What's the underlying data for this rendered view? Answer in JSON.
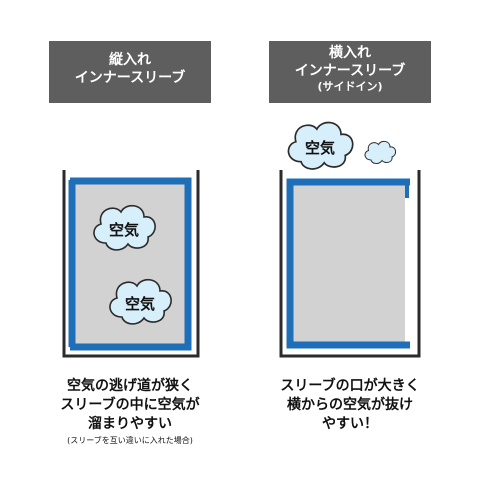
{
  "left": {
    "header": [
      "縦入れ",
      "インナースリーブ"
    ],
    "cloud_labels": [
      "空気",
      "空気"
    ],
    "caption": [
      "空気の逃げ道が狭く",
      "スリーブの中に空気が",
      "溜まりやすい"
    ],
    "note": "(スリーブを互い違いに入れた場合)"
  },
  "right": {
    "header": [
      "横入れ",
      "インナースリーブ"
    ],
    "header_sub": "(サイドイン)",
    "cloud_label": "空気",
    "caption": [
      "スリーブの口が大きく",
      "横からの空気が抜け",
      "やすい！"
    ]
  },
  "colors": {
    "header_bg": "#5e5e5e",
    "sleeve_blue": "#1e6fb8",
    "record_gray": "#d2d2d2",
    "outer_frame": "#2b2b2b",
    "cloud_fill": "#d7eefb"
  }
}
